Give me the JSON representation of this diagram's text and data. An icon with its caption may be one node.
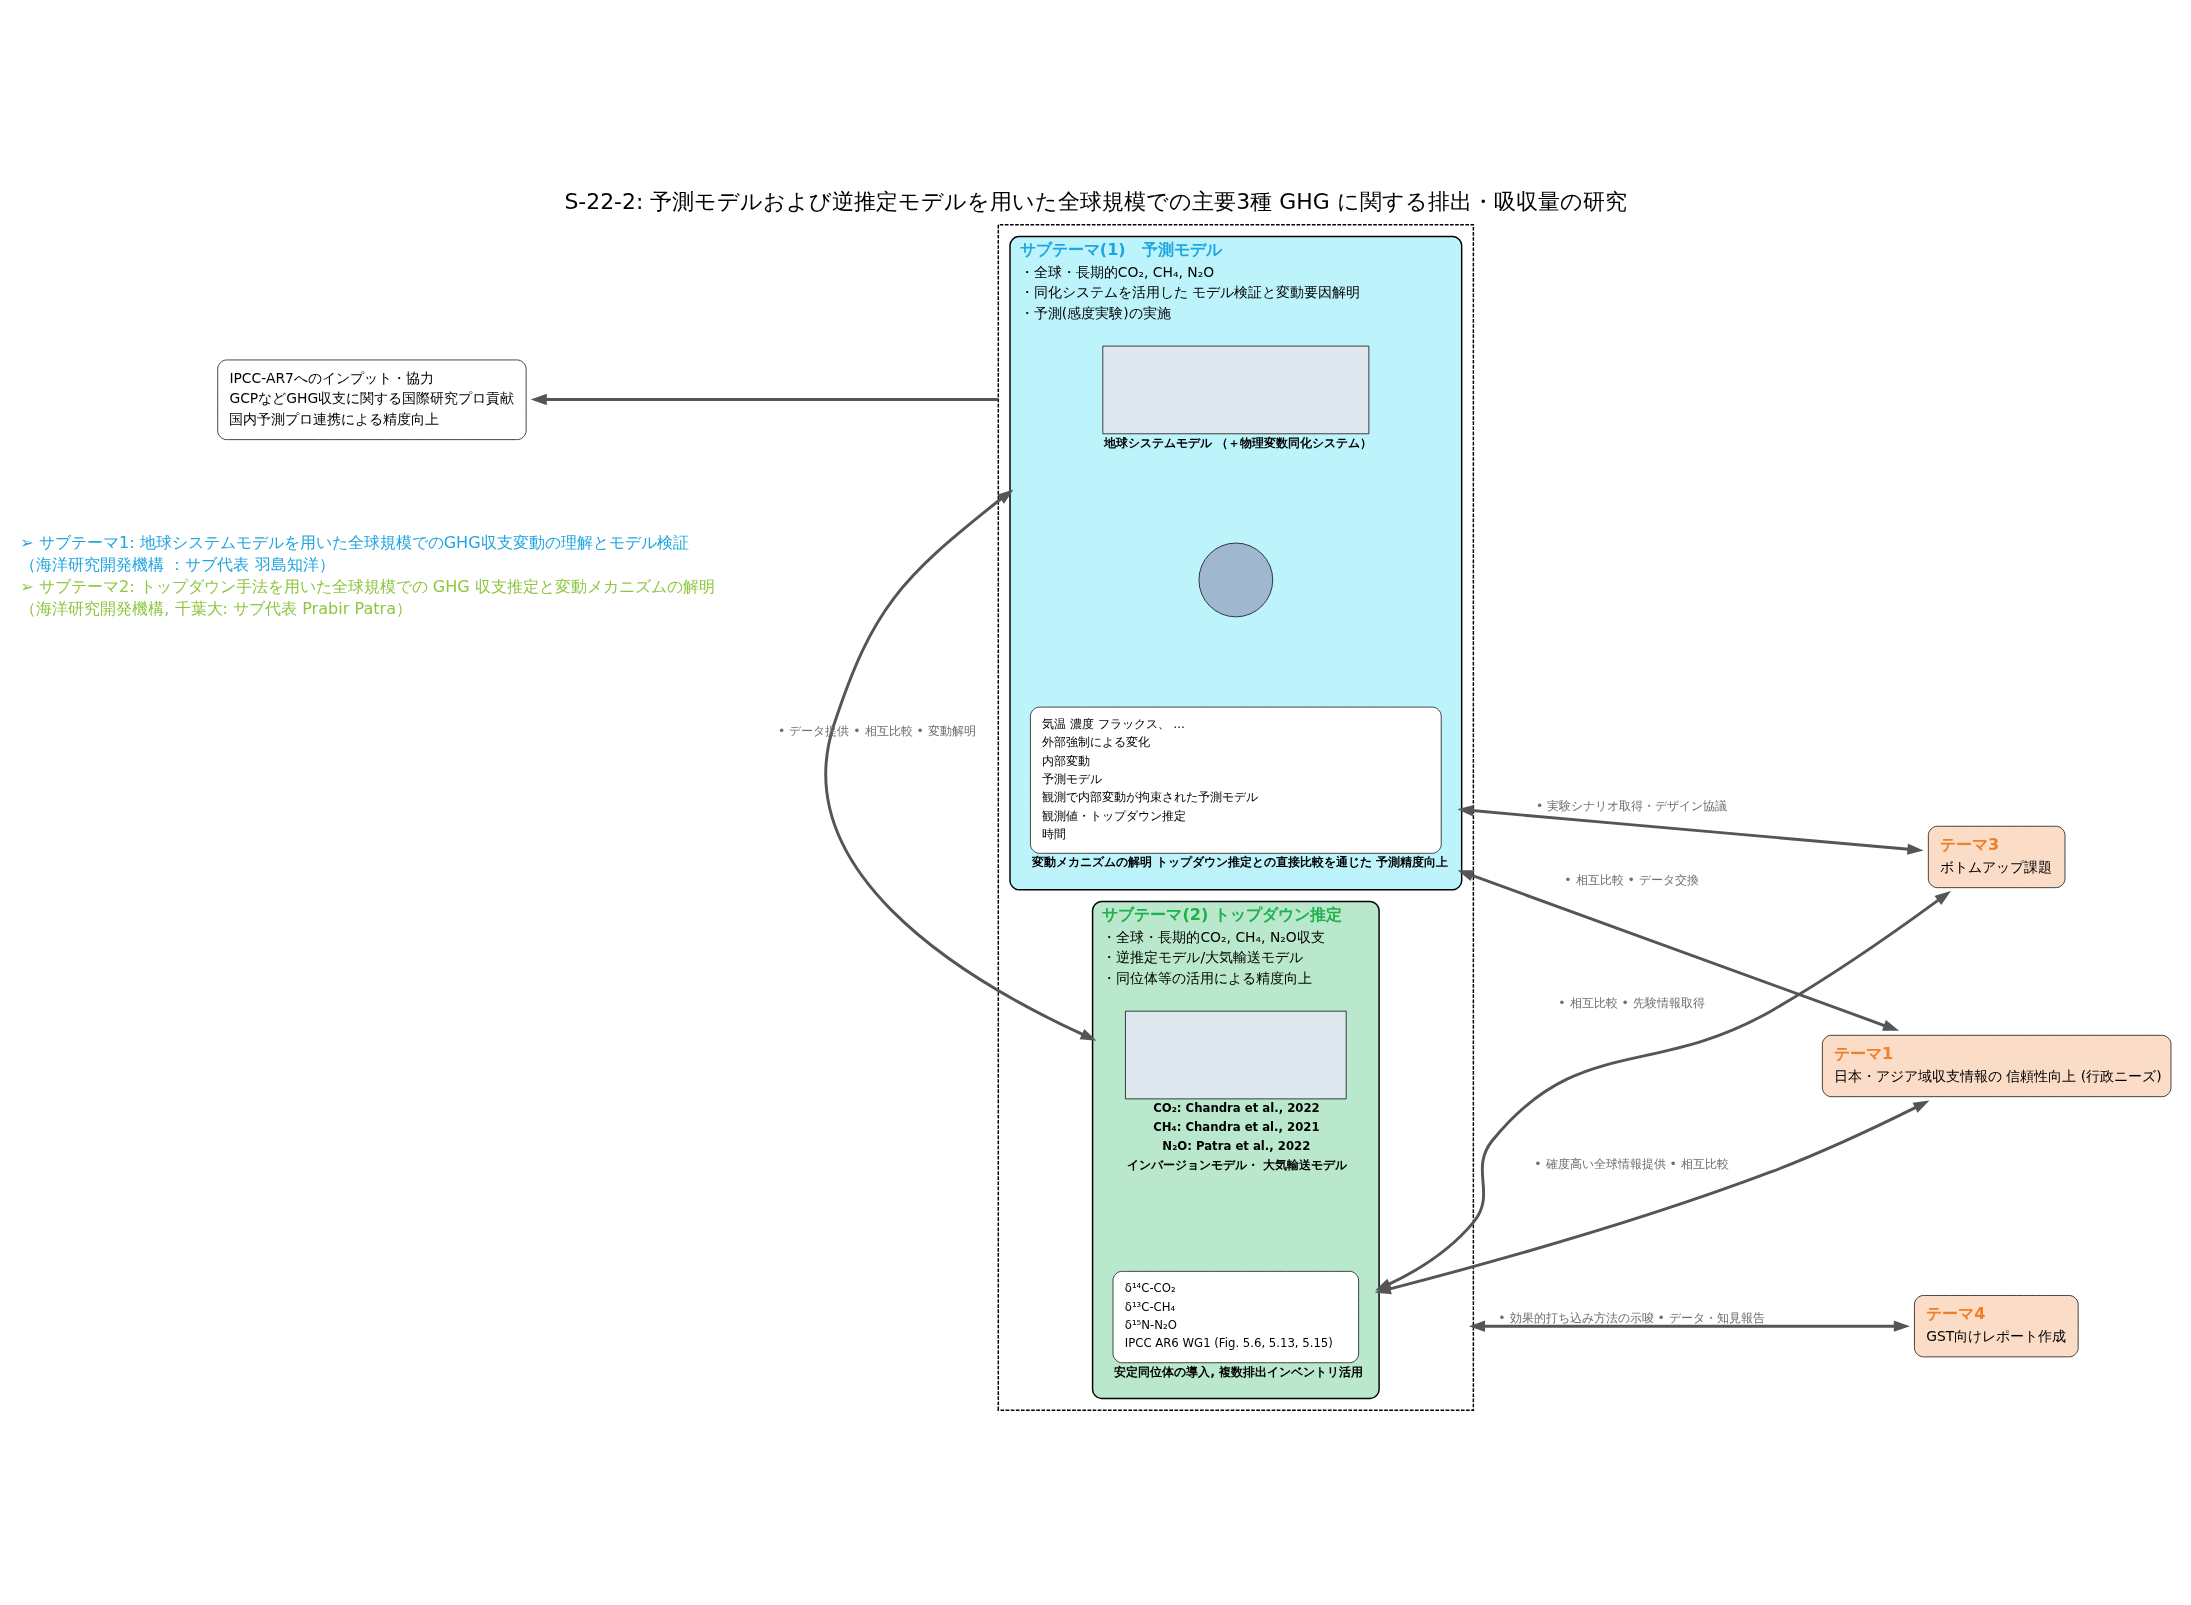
{
  "diagram": {
    "title": "S-22-2: 予測モデルおよび逆推定モデルを用いた全球規模での主要3種 GHG に関する排出・吸収量の研究",
    "nodes": [
      {
        "text": [],
        "shape": "box"
      },
      {
        "text": [
          "サブテーマ(1)　予測モデル",
          "・全球・長期的CO₂, CH₄, N₂O",
          "・同化システムを活用した モデル検証と変動要因解明",
          "・予測(感度実験)の実施"
        ],
        "in": 0
      },
      {
        "text": [
          "サブテーマ(2) トップダウン推定",
          "・全球・長期的CO₂, CH₄, N₂O収支",
          "・逆推定モデル/大気輸送モデル",
          "・同位体等の活用による精度向上"
        ],
        "in": 0
      },
      {
        "text": [],
        "shape": "box",
        "in": 1,
        "beside": [
          "地球システムモデル （＋物理変数同化システム）"
        ]
      },
      {
        "text": [],
        "shape": "circle",
        "in": 1
      },
      {
        "text": [
          "気温 濃度 フラックス、 …",
          "外部強制による変化",
          "内部変動",
          "予測モデル",
          "観測で内部変動が拘束された予測モデル",
          "観測値・トップダウン推定",
          "時間"
        ],
        "in": 1,
        "beside": [
          "変動メカニズムの解明 トップダウン推定との直接比較を通じた 予測精度向上"
        ]
      },
      {
        "text": [],
        "shape": "box",
        "in": 2,
        "beside": [
          "CO₂: Chandra et al., 2022",
          "CH₄: Chandra et al., 2021",
          "N₂O: Patra et al., 2022",
          "インバージョンモデル・ 大気輸送モデル"
        ]
      },
      {
        "text": [
          "δ¹⁴C-CO₂",
          "δ¹³C-CH₄",
          "δ¹⁵N-N₂O",
          "IPCC AR6 WG1 (Fig. 5.6, 5.13, 5.15)"
        ],
        "in": 2,
        "beside": [
          "安定同位体の導入, 複数排出インベントリ活用"
        ]
      },
      {
        "text": [
          "IPCC-AR7へのインプット・協力",
          "GCPなどGHG収支に関する国際研究プロ貢献",
          "国内予測プロ連携による精度向上"
        ]
      },
      {
        "text": [
          "テーマ3",
          "ボトムアップ課題"
        ]
      },
      {
        "text": [
          "テーマ1",
          "日本・アジア域収支情報の 信頼性向上 (行政ニーズ)"
        ]
      },
      {
        "text": [
          "テーマ4",
          "GST向けレポート作成"
        ]
      }
    ],
    "edges": [
      {
        "from": 0,
        "to": 8,
        "arrow": "to"
      },
      {
        "from": 1,
        "to": 2,
        "arrow": "both",
        "label": "• データ提供 • 相互比較 • 変動解明"
      },
      {
        "from": 1,
        "to": 9,
        "arrow": "both",
        "label": "• 実験シナリオ取得・デザイン協議"
      },
      {
        "from": 2,
        "to": 9,
        "arrow": "both",
        "label": "• 相互比較 • 先験情報取得"
      },
      {
        "from": 1,
        "to": 10,
        "arrow": "both",
        "label": "• 相互比較 • データ交換"
      },
      {
        "from": 2,
        "to": 10,
        "arrow": "both",
        "label": "• 確度高い全球情報提供 • 相互比較"
      },
      {
        "from": 0,
        "to": 11,
        "arrow": "both",
        "label": "• 効果的打ち込み方法の示唆 • データ・知見報告"
      }
    ],
    "labels": [
      "➢ サブテーマ1: 地球システムモデルを用いた全球規模でのGHG収支変動の理解とモデル検証",
      "（海洋研究開発機構 ：サブ代表 羽島知洋）",
      "➢ サブテーマ2: トップダウン手法を用いた全球規模での GHG 収支推定と変動メカニズムの解明",
      "（海洋研究開発機構, 千葉大: サブ代表 Prabir Patra）"
    ]
  }
}
